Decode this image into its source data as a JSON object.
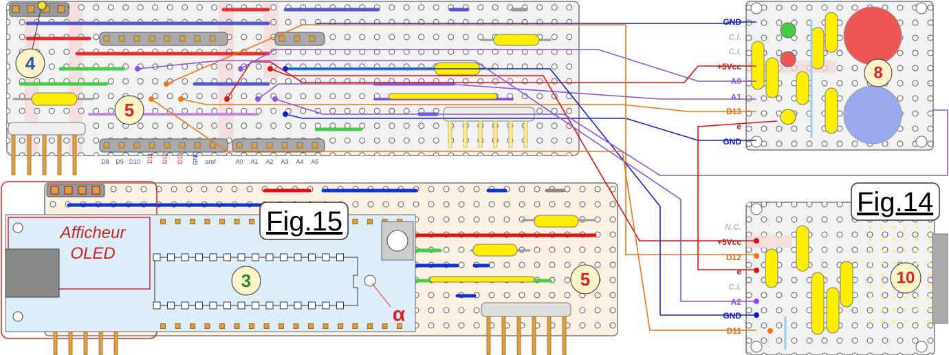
{
  "figures": {
    "fig15": "Fig.15",
    "fig14": "Fig.14"
  },
  "callouts": {
    "c4": "4",
    "c5_top": "5",
    "c8": "8",
    "c3": "3",
    "c5_bottom": "5",
    "c10": "10",
    "alpha": "α"
  },
  "oled": {
    "line1": "Afficheur",
    "line2": "OLED"
  },
  "arduino_pins": {
    "left_group": [
      "D8",
      "D9",
      "D10",
      "D11",
      "D12",
      "D13",
      "GND",
      "aref"
    ],
    "right_group": [
      "A0",
      "A1",
      "A2",
      "A3",
      "A4",
      "A5"
    ]
  },
  "fig8_labels": [
    "GND",
    "C.I.",
    "C.I.",
    "+5Vcc",
    "A0",
    "A1",
    "D13",
    "e",
    "GND"
  ],
  "fig10_labels": [
    "N.C.",
    "+5Vcc",
    "D12",
    "e",
    "C.I.",
    "A2",
    "GND",
    "D11"
  ],
  "colors": {
    "board": "#f2f2f2",
    "board_bottom": "#fbf1e2",
    "oled_panel": "#ddeefa",
    "red": "#dd1111",
    "blue": "#1122cc",
    "orange": "#ee7711",
    "purple": "#8855dd",
    "yellow_part": "#ffee00",
    "green_wire": "#44cc44",
    "header": "#dda040"
  }
}
